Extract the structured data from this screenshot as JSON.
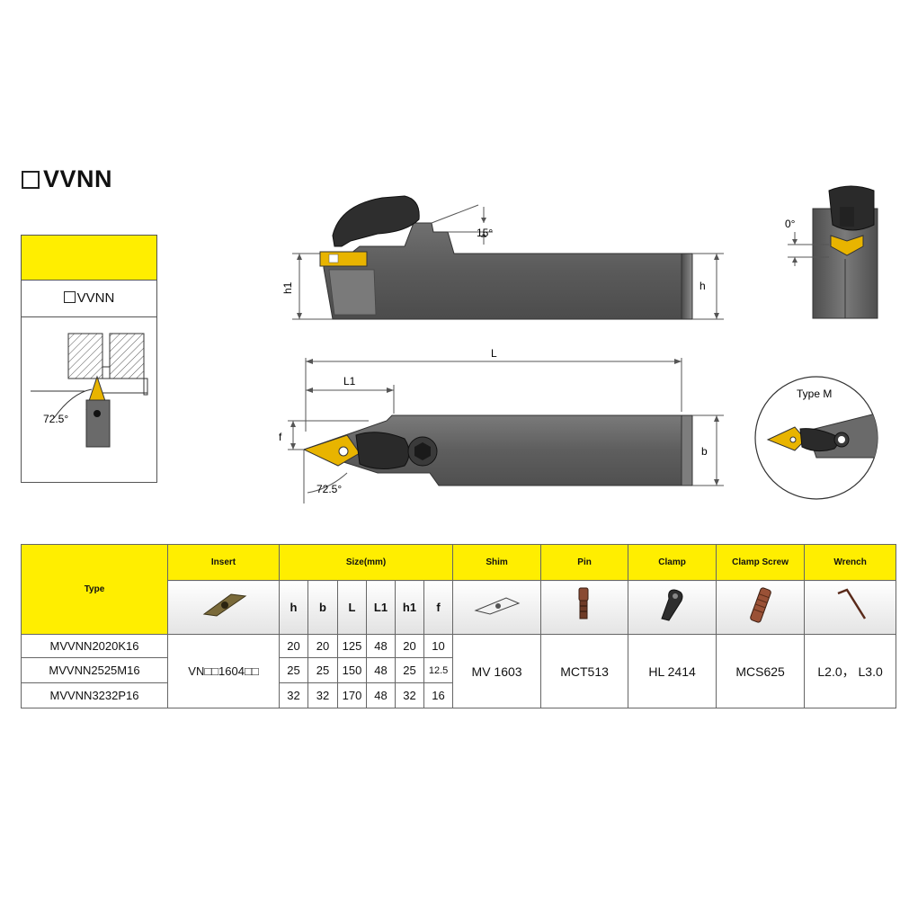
{
  "title": {
    "prefix_box": "□",
    "code": "VVNN"
  },
  "card": {
    "label": "VVNN",
    "angle": "72.5°"
  },
  "diagram": {
    "side_view": {
      "h1": "h1",
      "h": "h",
      "angle": "15°"
    },
    "end_view": {
      "angle": "0°"
    },
    "top_view": {
      "L": "L",
      "L1": "L1",
      "f": "f",
      "b": "b",
      "angle": "72.5°"
    },
    "detail": {
      "label": "Type M"
    }
  },
  "table": {
    "headers": {
      "type": "Type",
      "insert": "Insert",
      "size": "Size(mm)",
      "shim": "Shim",
      "pin": "Pin",
      "clamp": "Clamp",
      "clamp_screw": "Clamp Screw",
      "wrench": "Wrench"
    },
    "dims": [
      "h",
      "b",
      "L",
      "L1",
      "h1",
      "f"
    ],
    "rows": [
      {
        "type": "MVVNN2020K16",
        "h": "20",
        "b": "20",
        "L": "125",
        "L1": "48",
        "h1": "20",
        "f": "10"
      },
      {
        "type": "MVVNN2525M16",
        "h": "25",
        "b": "25",
        "L": "150",
        "L1": "48",
        "h1": "25",
        "f": "12.5"
      },
      {
        "type": "MVVNN3232P16",
        "h": "32",
        "b": "32",
        "L": "170",
        "L1": "48",
        "h1": "32",
        "f": "16"
      }
    ],
    "insert": "VN□□1604□□",
    "shim": "MV 1603",
    "pin": "MCT513",
    "clamp": "HL 2414",
    "clamp_screw": "MCS625",
    "wrench": "L2.0， L3.0"
  },
  "colors": {
    "yellow": "#ffee00",
    "tool_body": "#5e5e5e",
    "tool_body_light": "#8a8a8a",
    "insert_gold": "#e8b400"
  }
}
